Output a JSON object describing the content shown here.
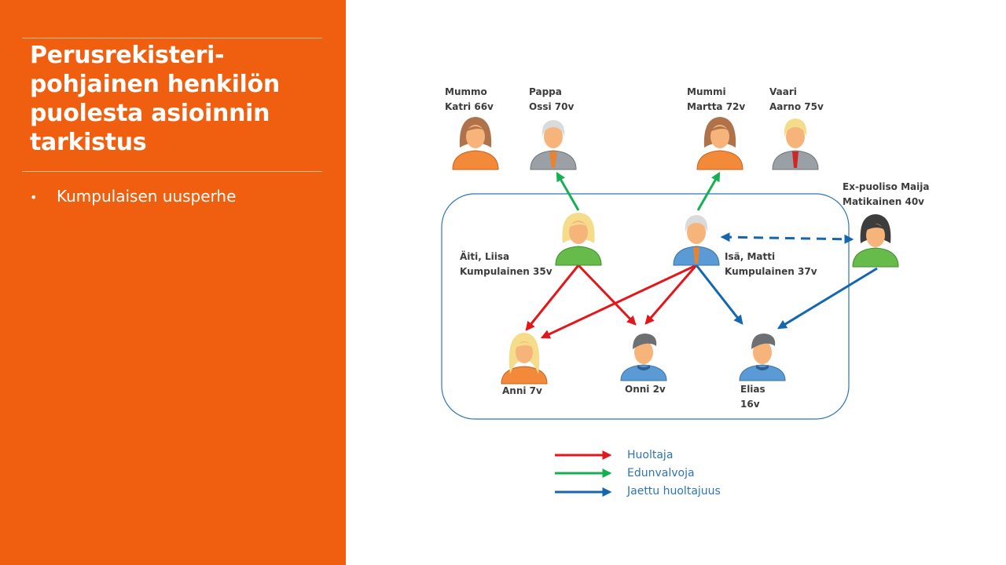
{
  "slide": {
    "title": "Perusrekisteri-pohjainen henkilön puolesta asioinnin tarkistus",
    "bullets": [
      "Kumpulaisen uusperhe"
    ]
  },
  "persons": {
    "mummo": "Mummo\nKatri 66v",
    "pappa": "Pappa\nOssi 70v",
    "mummi": "Mummi\nMartta 72v",
    "vaari": "Vaari\nAarno 75v",
    "expuoliso": "Ex-puoliso Maija\nMatikainen 40v",
    "aiti": "Äiti, Liisa\nKumpulainen 35v",
    "isa": "Isä, Matti\nKumpulainen 37v",
    "anni": "Anni 7v",
    "onni": "Onni 2v",
    "elias": "Elias\n16v"
  },
  "legend": {
    "huoltaja": "Huoltaja",
    "edunvalvoja": "Edunvalvoja",
    "jaettu": "Jaettu huoltajuus"
  },
  "colors": {
    "sidebar": "#f05f0f",
    "huoltaja": "#e3171b",
    "edunvalvoja": "#16b053",
    "jaettu": "#1466b0",
    "legend_text": "#2e75b6",
    "family_border": "#2e75b6"
  },
  "icons": {
    "mummo": "female-avatar-orange",
    "pappa": "grey-haired-man-avatar",
    "mummi": "female-avatar-orange",
    "vaari": "blond-man-avatar",
    "aiti": "blonde-woman-avatar-green",
    "isa": "grey-haired-man-avatar-blue",
    "expuoliso": "dark-haired-woman-avatar-green",
    "anni": "girl-avatar-orange",
    "onni": "boy-avatar-cap",
    "elias": "boy-avatar-cap"
  }
}
